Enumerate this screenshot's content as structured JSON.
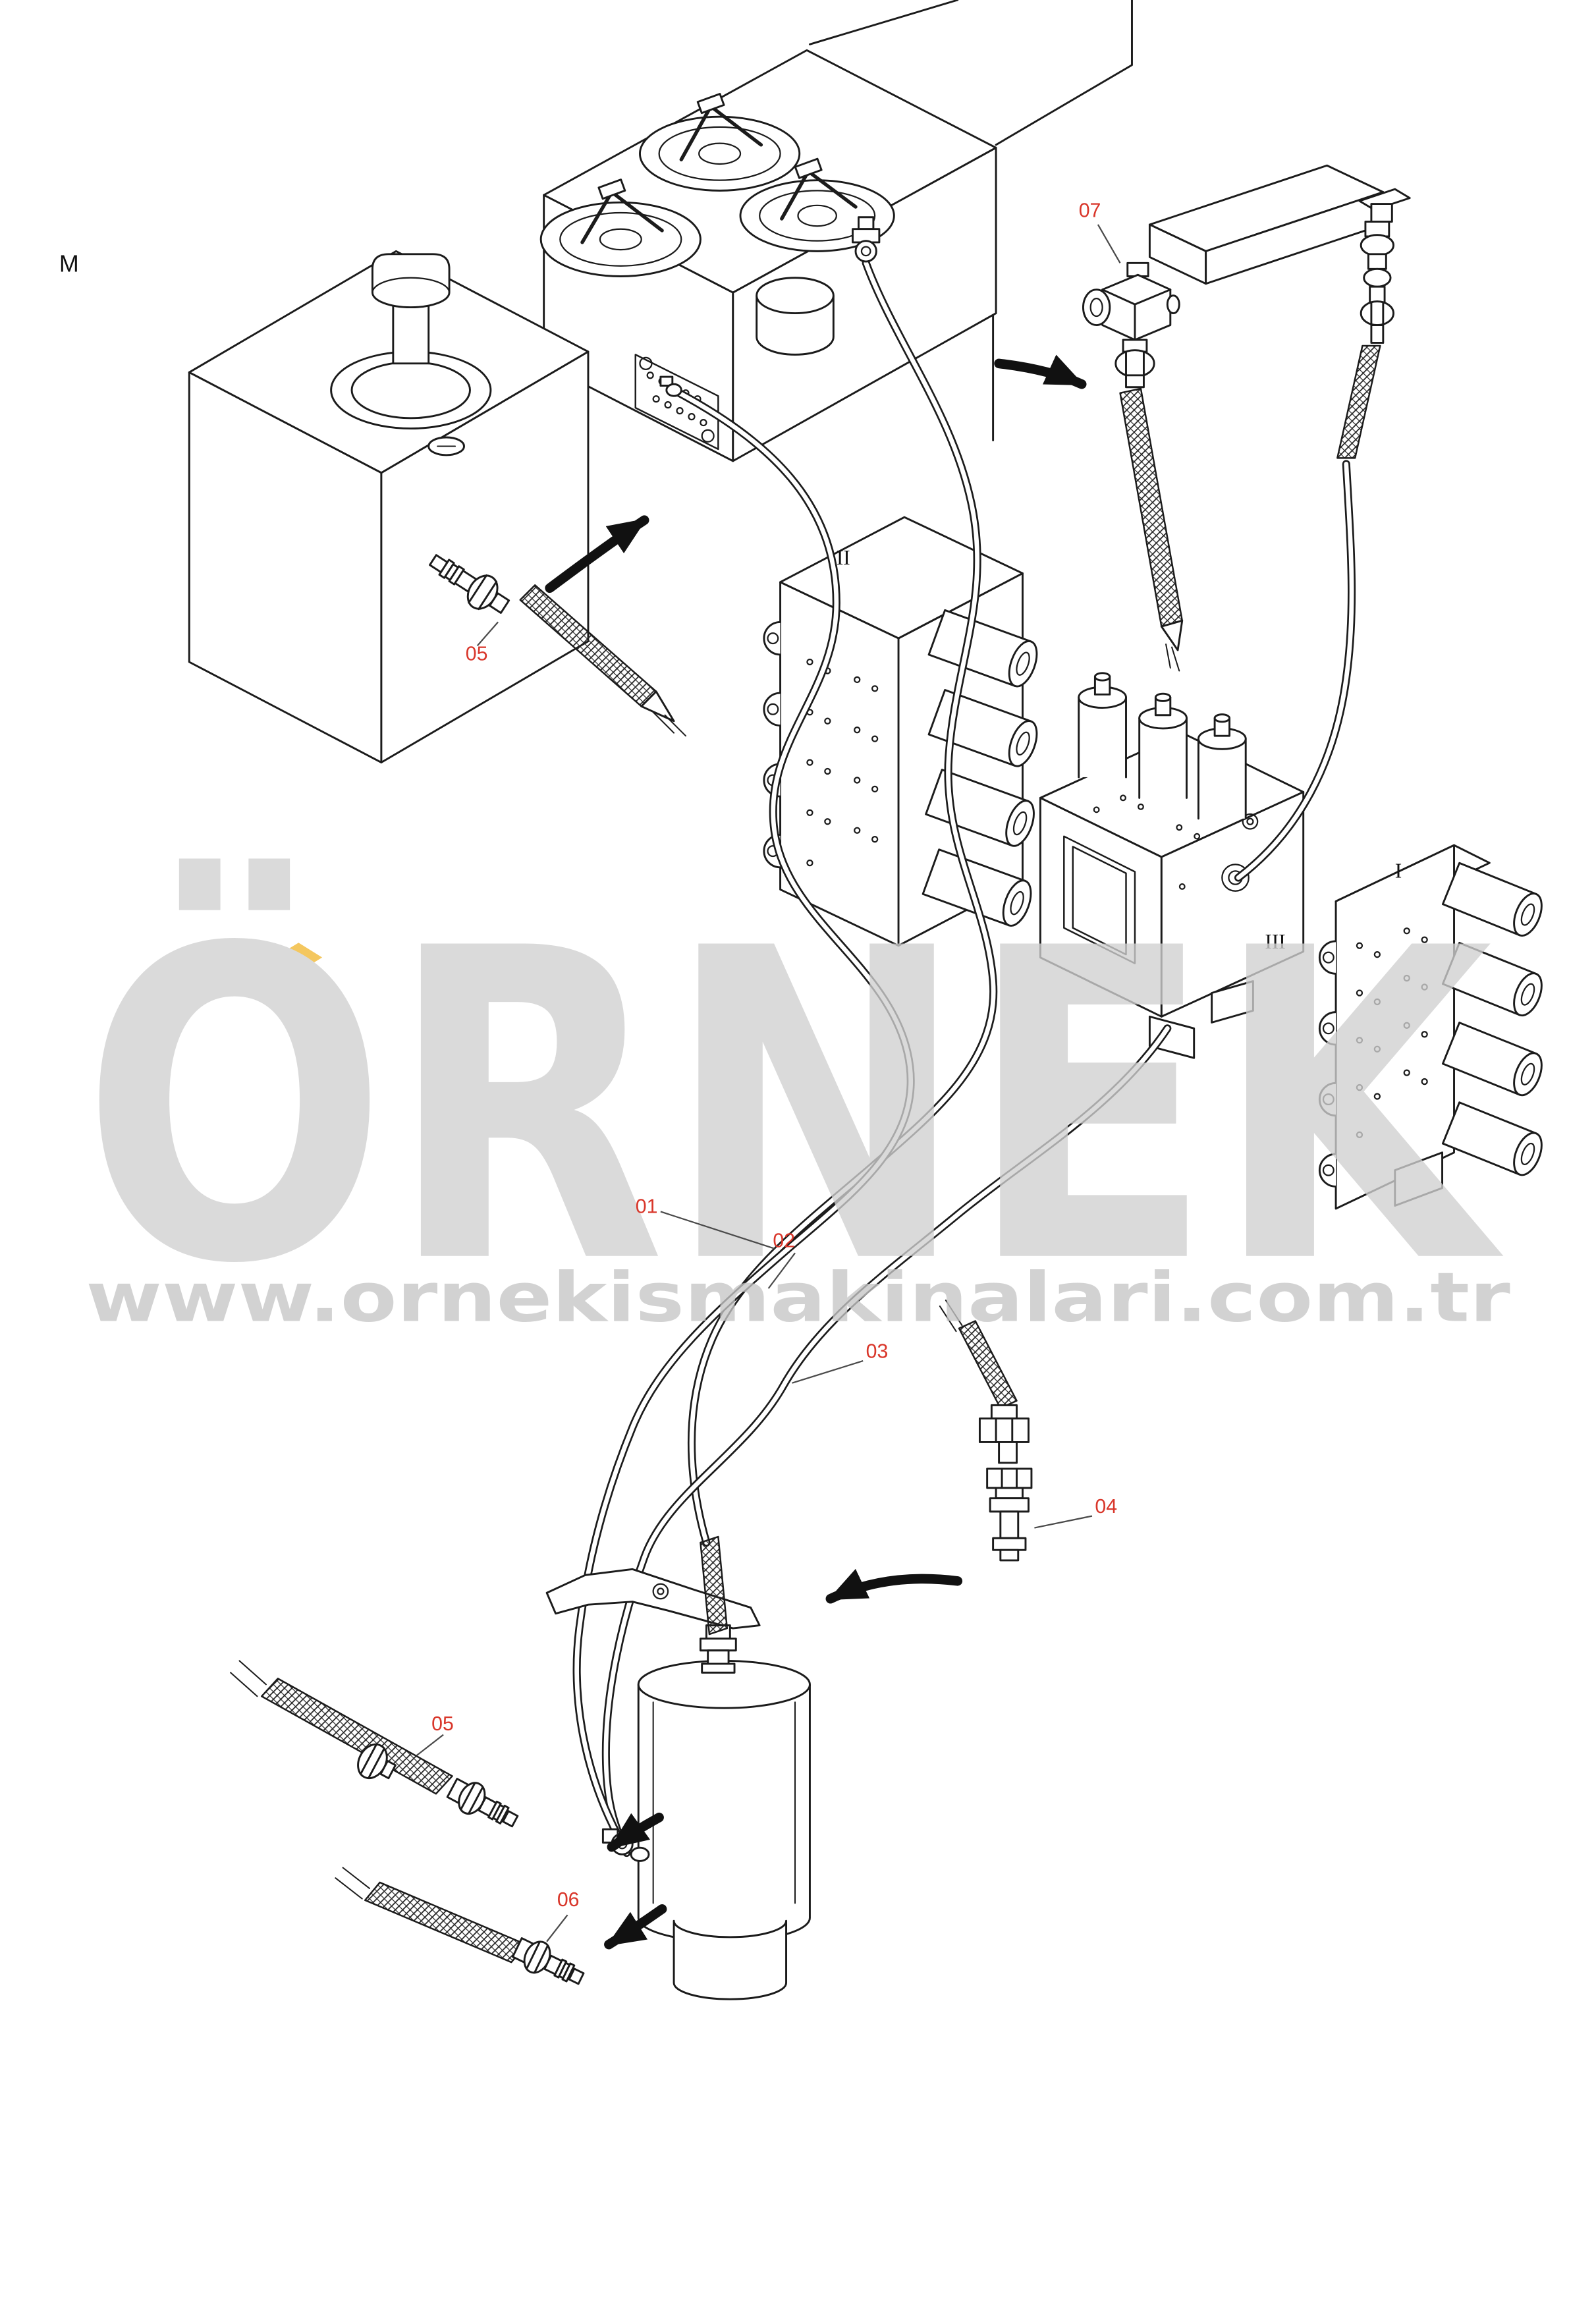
{
  "page": {
    "corner_label": "M",
    "callouts": {
      "n01": "01",
      "n02": "02",
      "n03": "03",
      "n04": "04",
      "n05a": "05",
      "n05b": "05",
      "n06": "06",
      "n07": "07"
    },
    "block_labels": {
      "roman_1": "I",
      "roman_2": "II",
      "roman_3": "III"
    },
    "watermark": {
      "brand": "ÖRNEK",
      "url": "www.ornekismakinalari.com.tr"
    },
    "colors": {
      "callout_red": "#d9362a",
      "line_black": "#1b1b1b",
      "watermark_gray": "#d0d0d0",
      "watermark_url_gray": "#c6c6c6",
      "accent_yellow": "#f1b833",
      "background": "#ffffff"
    }
  }
}
